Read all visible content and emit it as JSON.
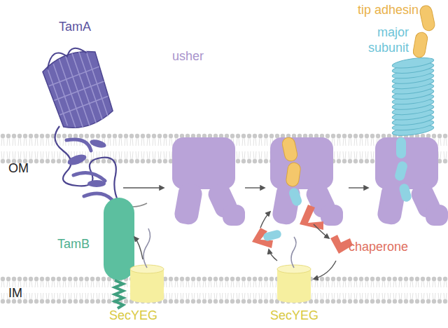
{
  "diagram": {
    "labels": [
      "tip adhesin",
      "major subunit",
      "TamA",
      "usher",
      "OM",
      "TamB",
      "chaperone",
      "IM",
      "SecYEG",
      "SecYEG"
    ]
  }
}
